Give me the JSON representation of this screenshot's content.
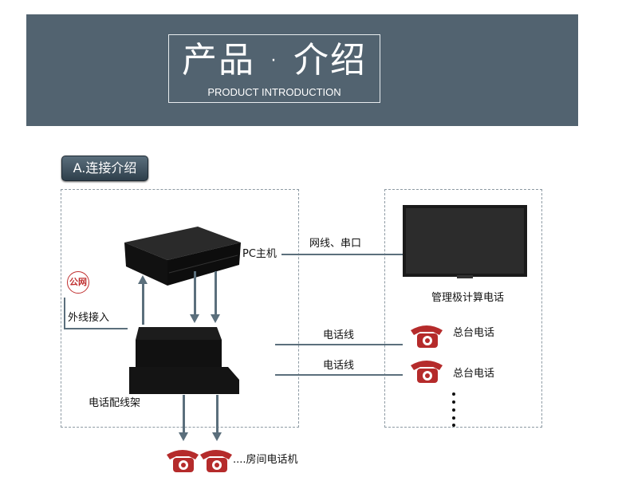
{
  "header": {
    "title": "产品 · 介绍",
    "subtitle": "PRODUCT INTRODUCTION"
  },
  "section": {
    "label": "A.连接介绍"
  },
  "diagram": {
    "pc_label": "PC主机",
    "cable_label": "网线、串口",
    "monitor_label": "管理极计算电话",
    "public_net": "公网",
    "outside_line": "外线接入",
    "pbx_label": "电话配线架",
    "phone_line_1": "电话线",
    "phone_line_2": "电话线",
    "desk_phone_1": "总台电话",
    "desk_phone_2": "总台电话",
    "room_phone": "....房间电话机"
  },
  "colors": {
    "header_bg": "#526370",
    "line": "#5b6f7c",
    "phone": "#b52b2b"
  }
}
